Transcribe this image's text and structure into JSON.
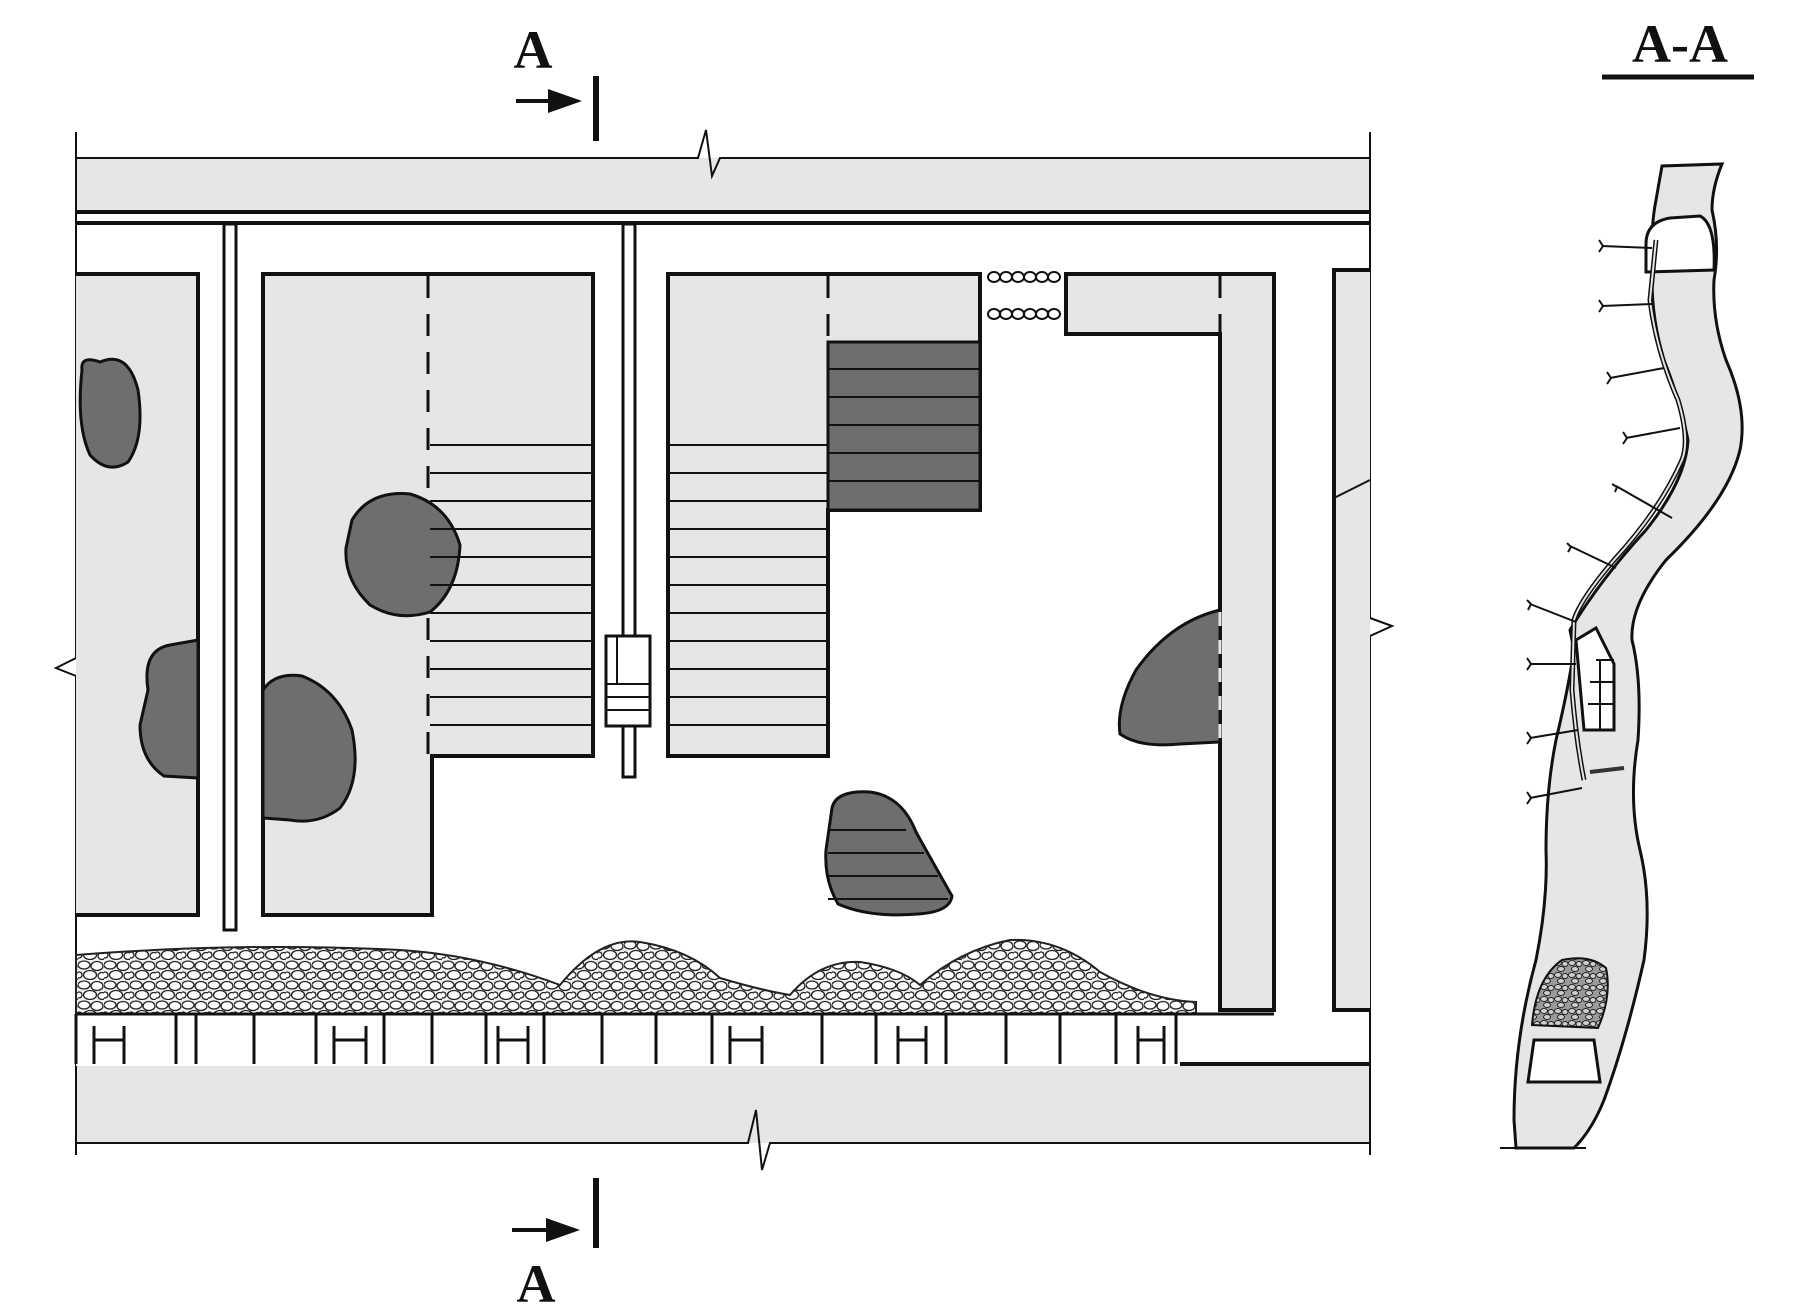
{
  "section": {
    "top_marker": "A",
    "bottom_marker": "A",
    "view_title": "A-A"
  },
  "colors": {
    "light_fill": "#e6e6e6",
    "dark_fill": "#6e6e6e",
    "line": "#111111",
    "background": "#ffffff"
  }
}
